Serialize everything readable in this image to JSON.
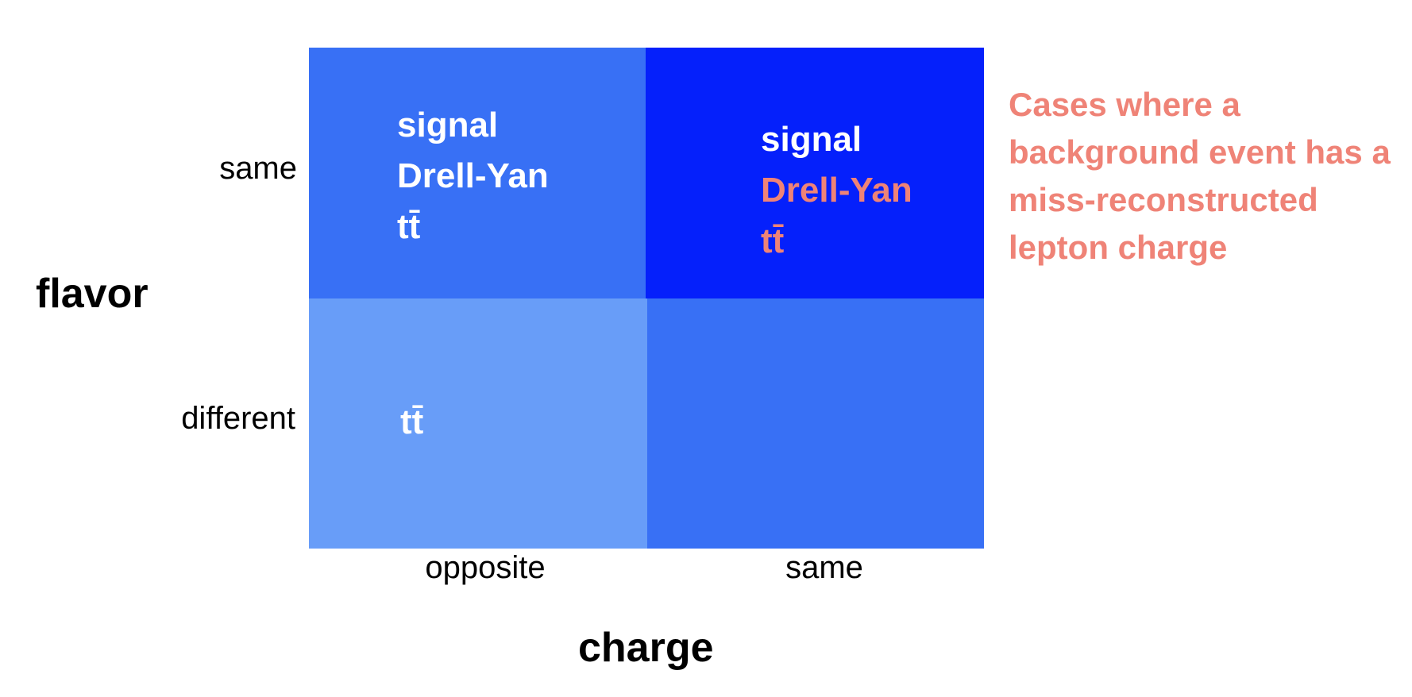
{
  "axes": {
    "y_title": "flavor",
    "x_title": "charge",
    "row_labels": {
      "same": "same",
      "different": "different"
    },
    "col_labels": {
      "opposite": "opposite",
      "same": "same"
    }
  },
  "cells": {
    "same_flavor_opposite_charge": {
      "color": "#3870f5",
      "items": [
        {
          "label": "signal",
          "color": "#ffffff"
        },
        {
          "label": "Drell-Yan",
          "color": "#ffffff"
        },
        {
          "label": "tt̄",
          "color": "#ffffff"
        }
      ]
    },
    "same_flavor_same_charge": {
      "color": "#0520fb",
      "items": [
        {
          "label": "signal",
          "color": "#ffffff"
        },
        {
          "label": "Drell-Yan",
          "color": "#ef8377"
        },
        {
          "label": "tt̄",
          "color": "#ef8377"
        }
      ]
    },
    "different_flavor_opposite_charge": {
      "color": "#689df8",
      "items": [
        {
          "label": "tt̄",
          "color": "#ffffff"
        }
      ]
    },
    "different_flavor_same_charge": {
      "color": "#3870f5",
      "items": []
    }
  },
  "annotation": {
    "text": "Cases where a background event has a miss-reconstructed lepton charge",
    "color": "#ef8377"
  }
}
